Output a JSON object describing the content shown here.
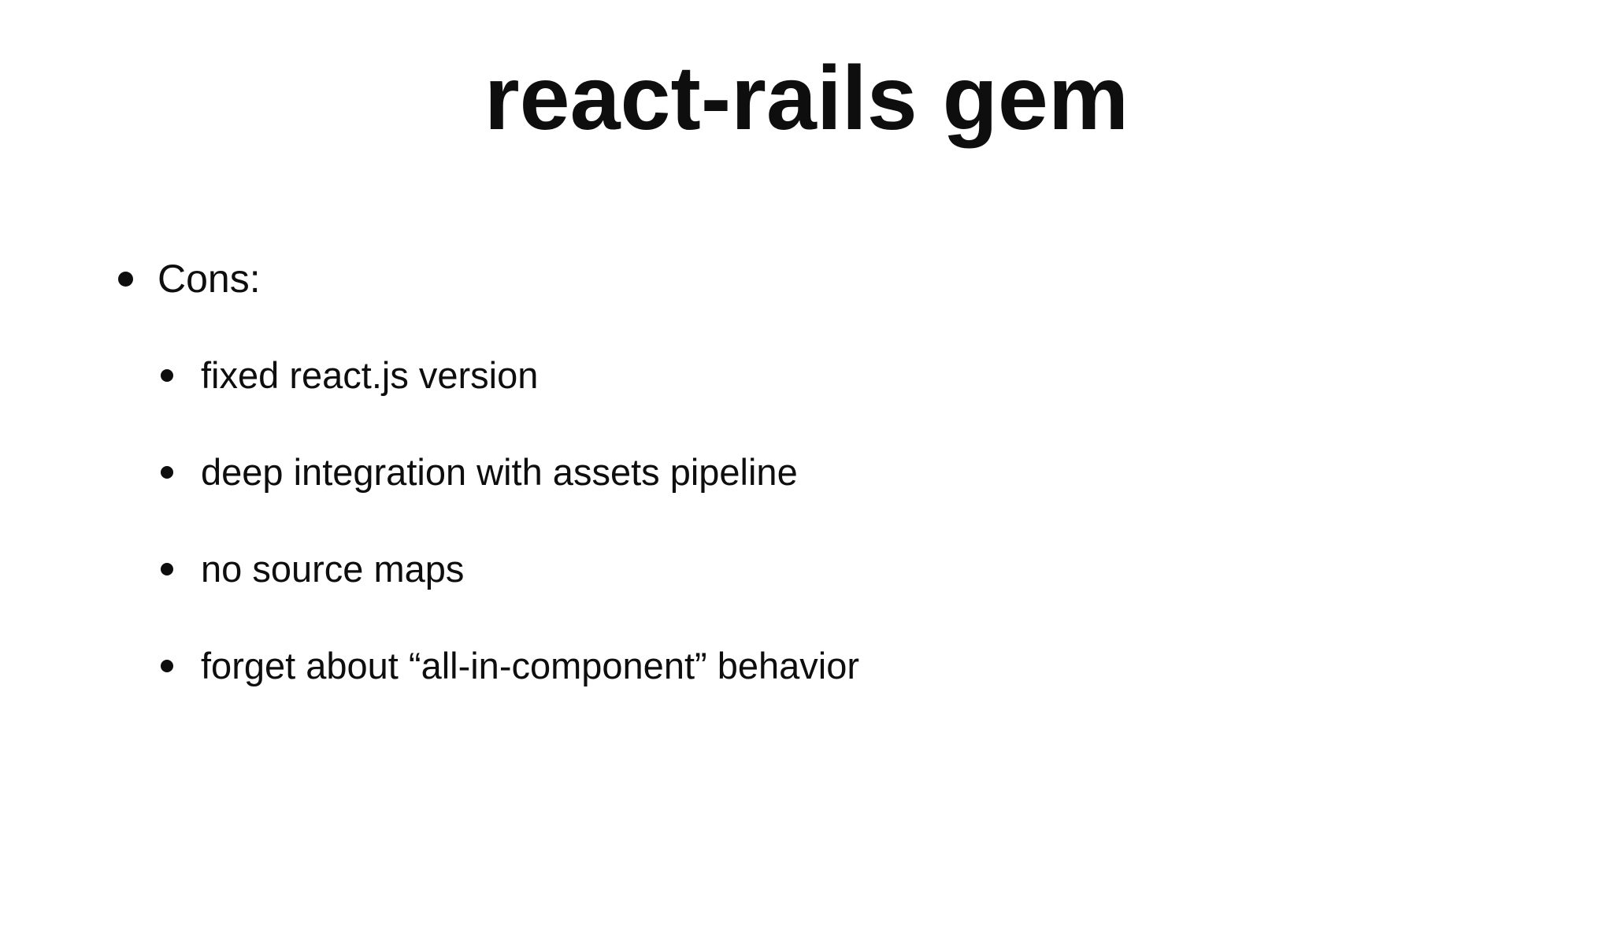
{
  "slide": {
    "title": "react-rails gem",
    "list": {
      "level1": {
        "text": "Cons:"
      },
      "level2": [
        {
          "text": "fixed react.js version"
        },
        {
          "text": "deep integration with assets pipeline"
        },
        {
          "text": "no source maps"
        },
        {
          "text": "forget about “all-in-component” behavior"
        }
      ]
    },
    "colors": {
      "background": "#ffffff",
      "text": "#0e0e0e"
    }
  }
}
